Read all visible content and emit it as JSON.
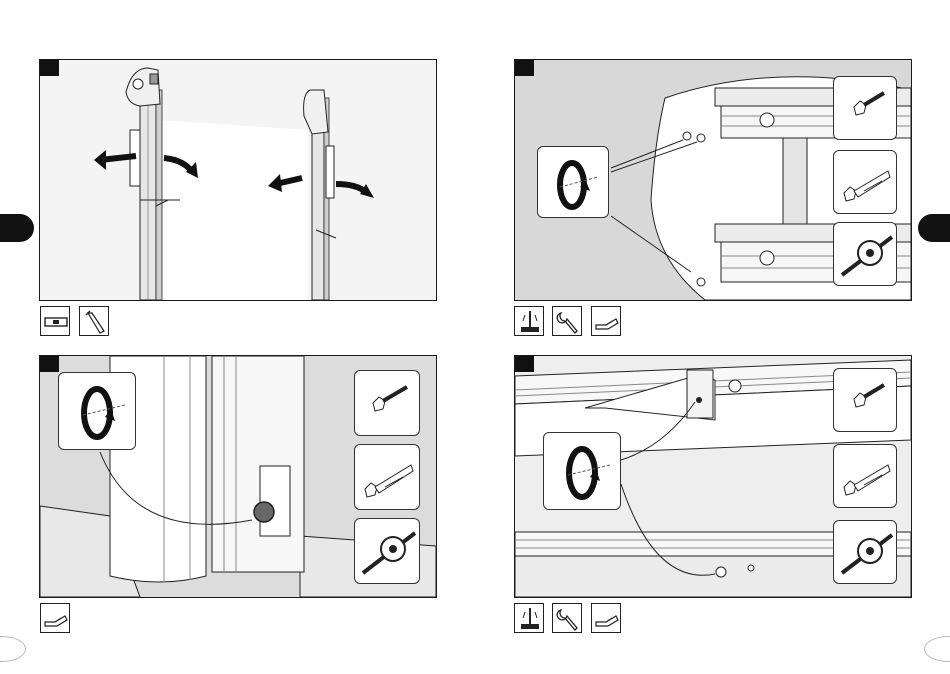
{
  "manual": {
    "steps": [
      {
        "id": "step-1",
        "tools": [
          "level-icon",
          "pipe-wrench-icon"
        ]
      },
      {
        "id": "step-2",
        "tools": [
          "drill-icon",
          "wrench-icon",
          "hand-icon"
        ],
        "fasteners": [
          "bolt-icon",
          "wall-plug-screw-icon",
          "toggle-anchor-icon"
        ]
      },
      {
        "id": "step-3",
        "tools": [
          "hand-icon"
        ],
        "fasteners": [
          "bolt-icon",
          "wall-plug-screw-icon",
          "toggle-anchor-icon"
        ]
      },
      {
        "id": "step-4",
        "tools": [
          "drill-icon",
          "wrench-icon",
          "hand-icon"
        ],
        "fasteners": [
          "bolt-icon",
          "wall-plug-screw-icon",
          "toggle-anchor-icon"
        ]
      }
    ],
    "colors": {
      "marker": "#111111",
      "panel_bg": "#f4f4f4",
      "wall": "#dcdcdc",
      "line": "#1a1a1a"
    }
  }
}
